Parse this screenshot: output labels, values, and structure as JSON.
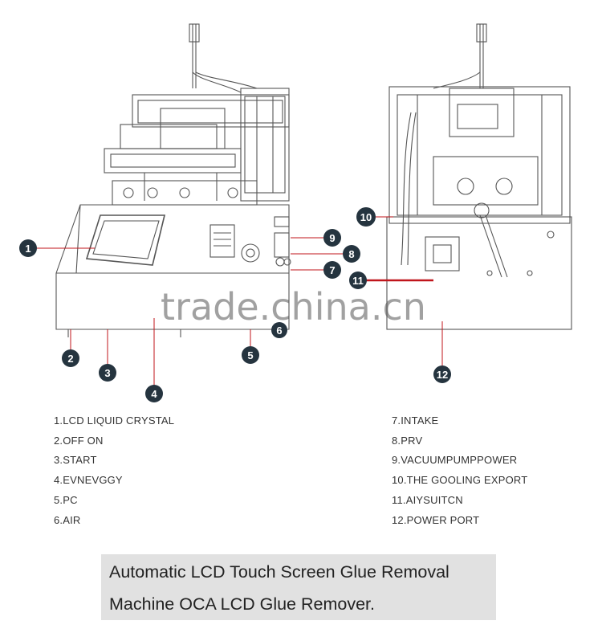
{
  "diagram": {
    "callouts": [
      "1",
      "2",
      "3",
      "4",
      "5",
      "6",
      "7",
      "8",
      "9",
      "10",
      "11",
      "12"
    ],
    "watermark": "trade.china.cn"
  },
  "legend": {
    "left": [
      "1.LCD LIQUID CRYSTAL",
      "2.OFF ON",
      "3.START",
      "4.EVNEVGGY",
      "5.PC",
      "6.AIR"
    ],
    "right": [
      "7.INTAKE",
      "8.PRV",
      "9.VACUUMPUMPPOWER",
      "10.THE GOOLING EXPORT",
      "11.AIYSUITCN",
      "12.POWER PORT"
    ]
  },
  "caption": {
    "line1": "Automatic LCD Touch Screen Glue Removal",
    "line2": "Machine OCA LCD Glue Remover."
  },
  "colors": {
    "callout": "#25343f",
    "caption_bg": "#e1e1e1",
    "leader_line": "#c0151b"
  }
}
